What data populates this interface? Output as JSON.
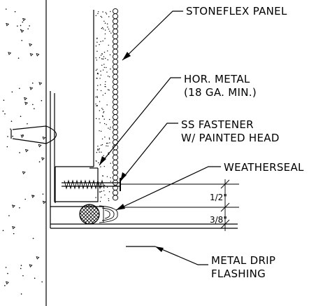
{
  "labels": {
    "stoneflex_panel": "STONEFLEX PANEL",
    "hor_metal_line1": "HOR. METAL",
    "hor_metal_line2": "(18 GA. MIN.)",
    "ss_fastener_line1": "SS FASTENER",
    "ss_fastener_line2": "W/ PAINTED HEAD",
    "weatherseal": "WEATHERSEAL",
    "drip_flashing_line1": "METAL DRIP",
    "drip_flashing_line2": "FLASHING"
  },
  "dimensions": {
    "upper": "1/2\"",
    "lower": "3/8\""
  }
}
